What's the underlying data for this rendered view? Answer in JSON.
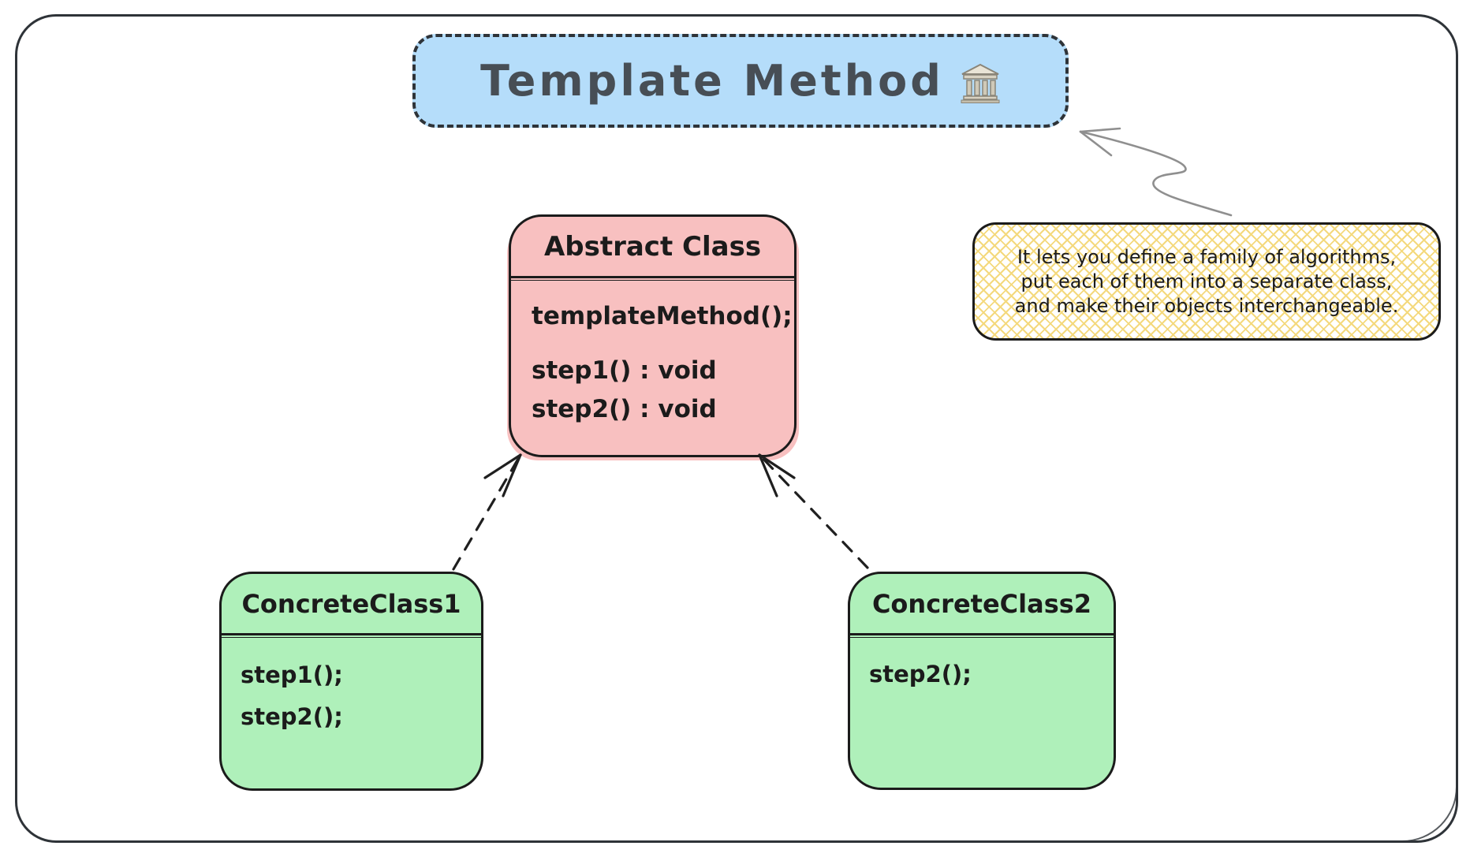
{
  "title": {
    "label": "Template Method",
    "icon": "classical-building"
  },
  "classes": [
    {
      "name": "Abstract Class",
      "members": [
        "templateMethod();",
        "step1() : void",
        "step2() : void"
      ]
    },
    {
      "name": "ConcreteClass1",
      "members": [
        "step1();",
        "step2();"
      ]
    },
    {
      "name": "ConcreteClass2",
      "members": [
        "step2();"
      ]
    }
  ],
  "note": {
    "lines": [
      "It lets you define a family of algorithms,",
      "put each of them into a separate class,",
      "and make their objects interchangeable."
    ]
  },
  "colors": {
    "canvas-bg": "#ffffff",
    "ink": "#1b1b1b",
    "border-dark": "#2e3338",
    "title-fill": "#b5ddfa",
    "title-text": "#474e55",
    "abstract-fill": "#f8c0c0",
    "concrete-fill": "#aff0ba",
    "note-hatch": "#f4d97d",
    "arrow-gray": "#8f8f8f"
  }
}
